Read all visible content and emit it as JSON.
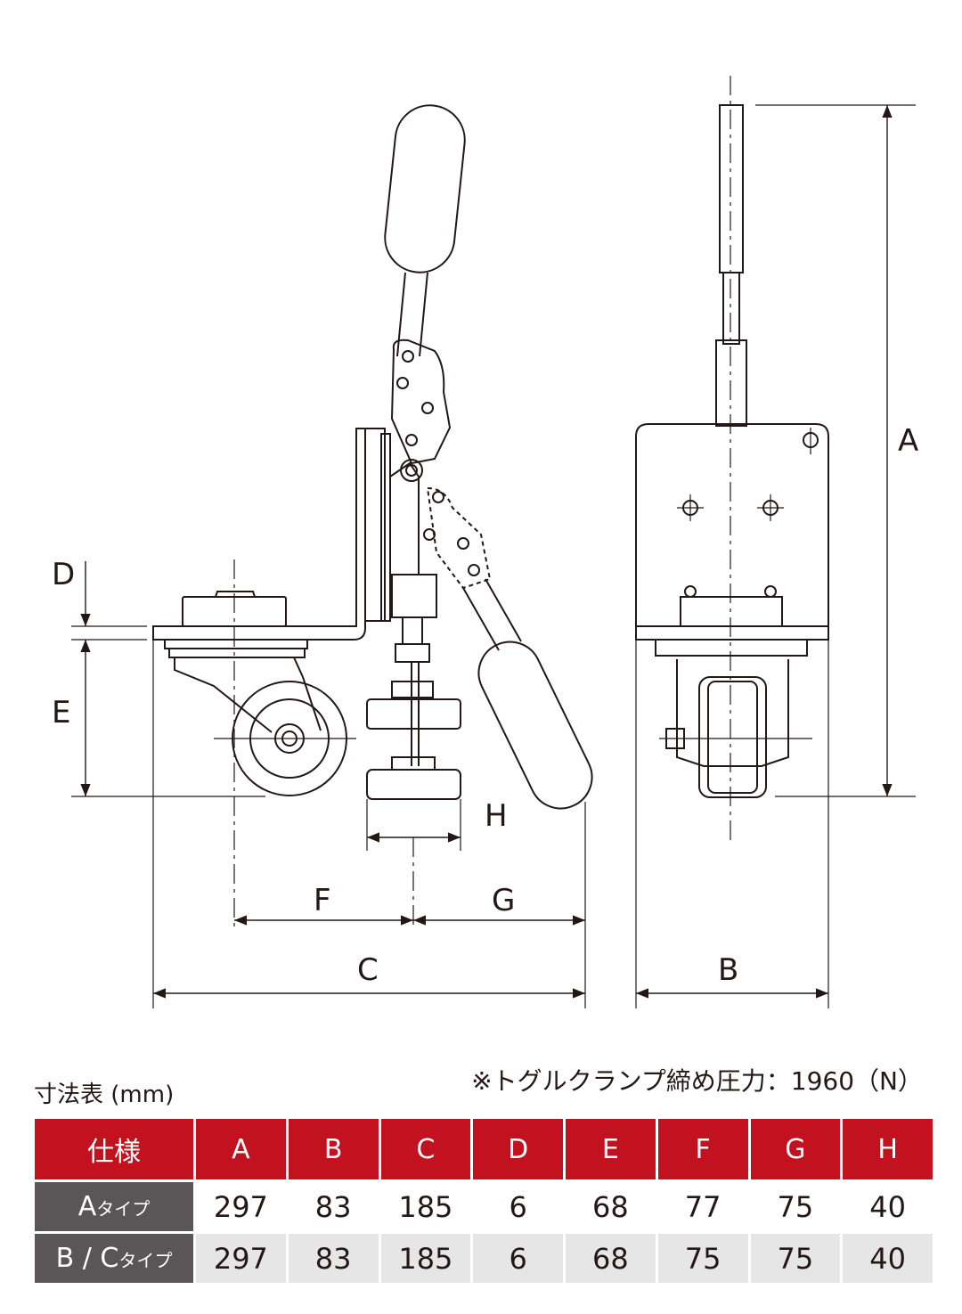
{
  "dimension_labels": {
    "A": "A",
    "B": "B",
    "C": "C",
    "D": "D",
    "E": "E",
    "F": "F",
    "G": "G",
    "H": "H"
  },
  "table_title": "寸法表 (mm)",
  "note": "※トグルクランプ締め圧力：1960（N）",
  "table": {
    "header_first": "仕様",
    "columns": [
      "A",
      "B",
      "C",
      "D",
      "E",
      "F",
      "G",
      "H"
    ],
    "rows": [
      {
        "label_main": "A",
        "label_sub": "タイプ",
        "values": [
          "297",
          "83",
          "185",
          "6",
          "68",
          "77",
          "75",
          "40"
        ]
      },
      {
        "label_main": "B / C",
        "label_sub": "タイプ",
        "values": [
          "297",
          "83",
          "185",
          "6",
          "68",
          "75",
          "75",
          "40"
        ]
      }
    ]
  },
  "colors": {
    "header": "#c3121f",
    "row_head": "#5a5657",
    "alt_row": "#e6e6e6",
    "line": "#231815"
  }
}
